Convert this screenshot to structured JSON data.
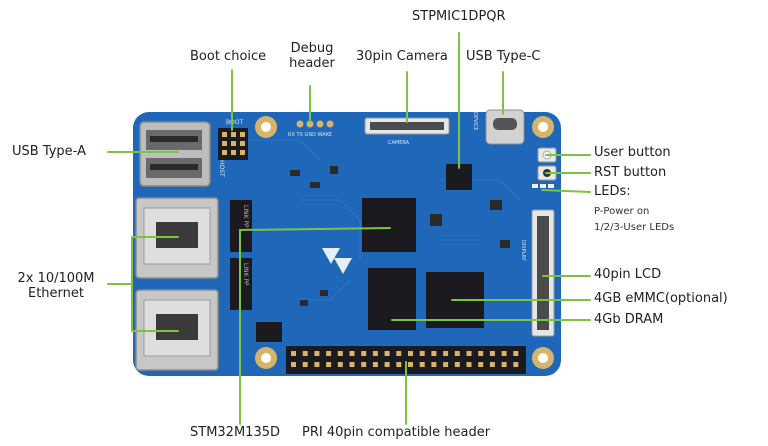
{
  "labels": {
    "stpmic": "STPMIC1DPQR",
    "boot_choice": "Boot choice",
    "debug_header_line1": "Debug",
    "debug_header_line2": "header",
    "camera": "30pin Camera",
    "usb_c": "USB Type-C",
    "usb_a": "USB Type-A",
    "user_button": "User button",
    "rst_button": "RST button",
    "leds": "LEDs:",
    "leds_desc_1": "P-Power on",
    "leds_desc_2": "1/2/3-User LEDs",
    "ethernet_line1": "2x 10/100M",
    "ethernet_line2": "Ethernet",
    "lcd": "40pin LCD",
    "emmc": "4GB eMMC(optional)",
    "dram": "4Gb DRAM",
    "soc": "STM32M135D",
    "header40": "PRI 40pin compatible header"
  },
  "board_silkscreen": {
    "boot": "BOOT",
    "debug": "RX TX GND WAKE",
    "camera": "CAMERA",
    "host": "HOST",
    "device": "DEVICE",
    "lcd": "DISPLAY",
    "lan1": "LINK PP",
    "lan2": "LINK PP"
  },
  "colors": {
    "pcb": "#1f67b8",
    "pcb_dark": "#16549b",
    "callout": "#7dc243",
    "chip": "#1b1b1f",
    "metal": "#c9c9c9",
    "gold": "#d8b46a"
  }
}
